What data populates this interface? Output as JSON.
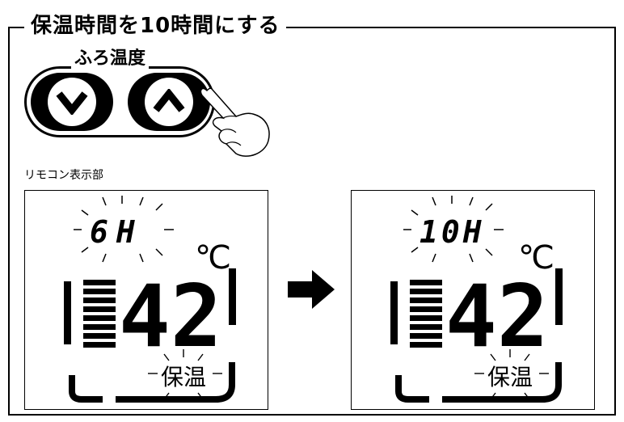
{
  "title": "保温時間を10時間にする",
  "button_group": {
    "label": "ふろ温度",
    "down_icon": "chevron-down-icon",
    "up_icon": "chevron-up-icon",
    "hand_icon": "pointing-hand-icon"
  },
  "remote_display_label": "リモコン表示部",
  "arrow_icon": "arrow-right-icon",
  "before_display": {
    "hours": "6H",
    "temperature": "42",
    "unit": "℃",
    "mode": "保温"
  },
  "after_display": {
    "hours": "10H",
    "temperature": "42",
    "unit": "℃",
    "mode": "保温"
  }
}
